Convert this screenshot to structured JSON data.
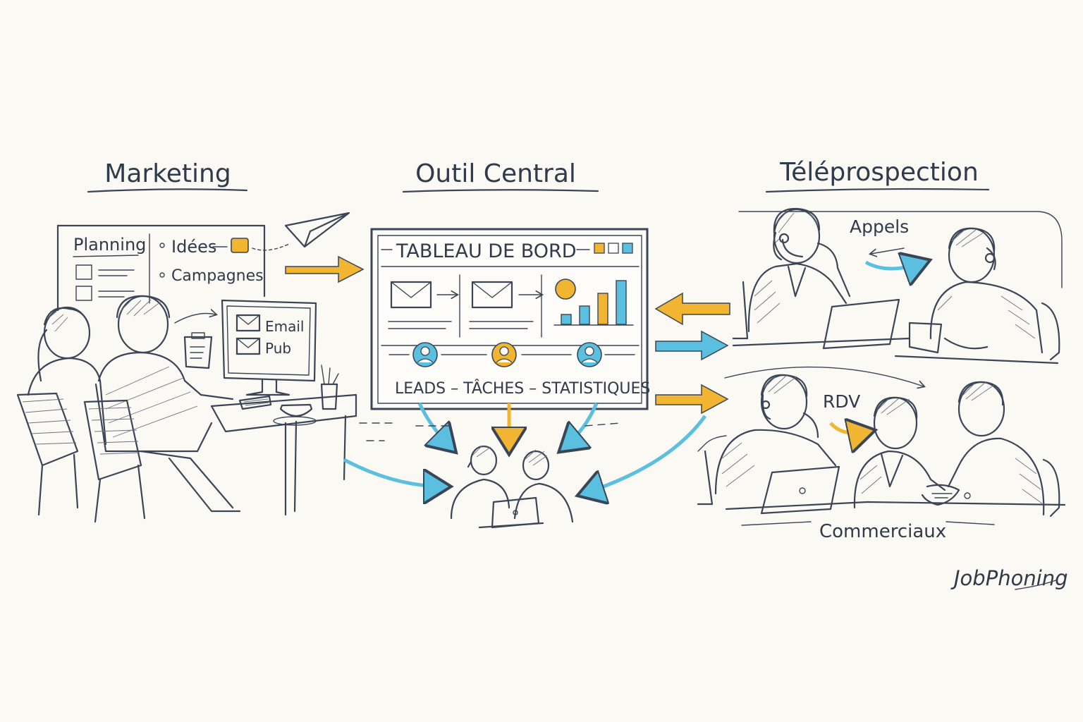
{
  "sections": {
    "marketing": "Marketing",
    "central": "Outil Central",
    "teleprospection": "Téléprospection",
    "commerciaux": "Commerciaux"
  },
  "marketing_board": {
    "planning": "Planning",
    "ideas": "Idées",
    "campaigns": "Campagnes"
  },
  "monitor": {
    "email": "Email",
    "pub": "Pub"
  },
  "dashboard": {
    "title": "TABLEAU DE BORD",
    "labels": "LEADS – TÂCHES – STATISTIQUES"
  },
  "tele": {
    "calls": "Appels",
    "rdv": "RDV"
  },
  "brand": "JobPhoning",
  "colors": {
    "ink": "#2f3a4a",
    "yellow": "#f2b531",
    "blue": "#5bbfdf",
    "paper": "#fbf9f3"
  }
}
